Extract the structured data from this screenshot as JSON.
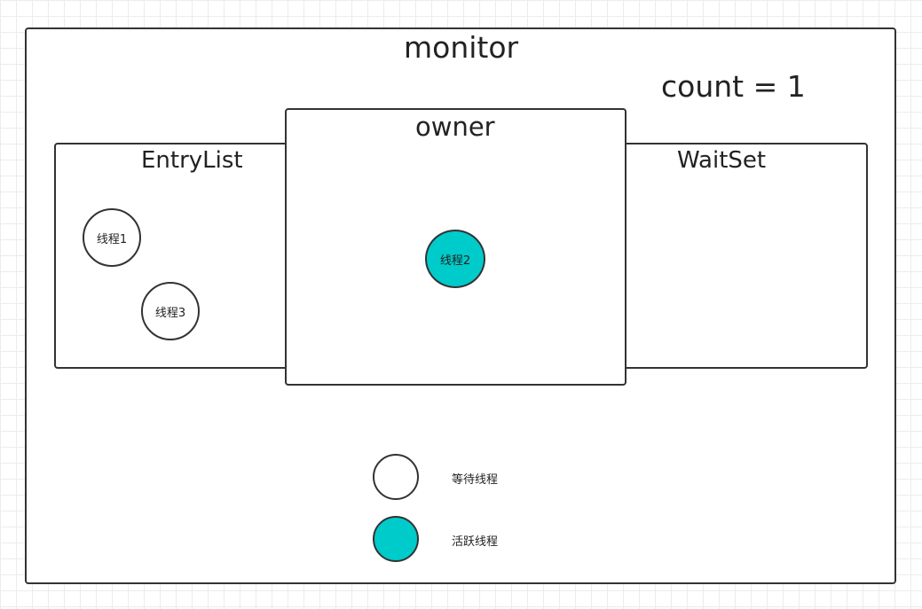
{
  "monitor": {
    "title": "monitor",
    "count_label": "count = 1"
  },
  "entry_list": {
    "title": "EntryList",
    "threads": [
      "线程1",
      "线程3"
    ]
  },
  "owner": {
    "title": "owner",
    "thread": "线程2"
  },
  "wait_set": {
    "title": "WaitSet"
  },
  "legend": {
    "waiting_label": "等待线程",
    "active_label": "活跃线程"
  },
  "colors": {
    "active_fill": "#00cbcb",
    "waiting_fill": "#ffffff",
    "border": "#333333"
  }
}
